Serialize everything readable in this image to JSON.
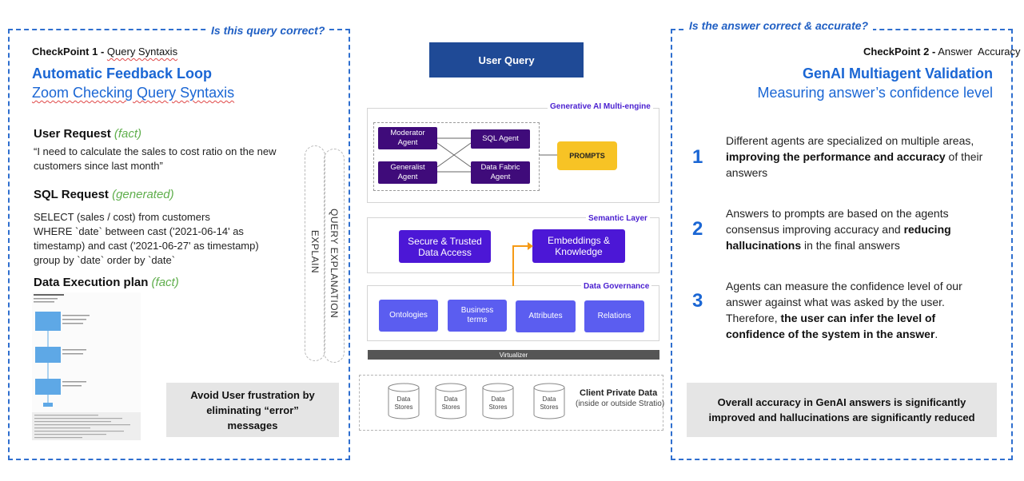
{
  "left": {
    "question": "Is this query correct?",
    "checkpoint_bold": "CheckPoint 1 -",
    "checkpoint_text": "Query Syntaxis",
    "heading": "Automatic Feedback Loop",
    "subheading": "Zoom Checking Query Syntaxis",
    "user_request_label": "User Request",
    "user_request_tag": "(fact)",
    "user_request_text": "“I need to calculate the sales to cost ratio on the new customers since last month”",
    "sql_label": "SQL Request",
    "sql_tag": "(generated)",
    "sql_lines": [
      "SELECT (sales / cost) from customers",
      "WHERE `date` between cast ('2021-06-14' as",
      "timestamp) and cast ('2021-06-27' as timestamp)",
      "group by `date` order by `date`"
    ],
    "exec_label": "Data Execution plan",
    "exec_tag": "(fact)",
    "explain": "EXPLAIN",
    "query_explanation": "QUERY EXPLANATION",
    "gray_box": "Avoid User frustration by eliminating “error” messages"
  },
  "center": {
    "user_query": "User Query",
    "gen_ai_title": "Generative AI Multi-engine",
    "agents": [
      "Moderator Agent",
      "SQL Agent",
      "Generalist Agent",
      "Data Fabric Agent"
    ],
    "prompts": "PROMPTS",
    "semantic_title": "Semantic Layer",
    "secure": "Secure & Trusted Data Access",
    "embeddings": "Embeddings & Knowledge",
    "governance_title": "Data Governance",
    "governance_items": [
      "Ontologies",
      "Business terms",
      "Attributes",
      "Relations"
    ],
    "virtualizer": "Virtualizer",
    "data_stores": [
      "Data Stores",
      "Data Stores",
      "Data Stores",
      "Data Stores"
    ],
    "client_title": "Client Private Data",
    "client_sub": "(inside or outside Stratio)"
  },
  "right": {
    "question": "Is the answer correct & accurate?",
    "checkpoint_bold": "CheckPoint 2 -",
    "checkpoint_text": "Answer  Accuracy",
    "heading": "GenAI Multiagent Validation",
    "subheading": "Measuring answer’s confidence level",
    "points": [
      {
        "num": "1",
        "pre": "Different agents are specialized on multiple areas, ",
        "bold": "improving the performance and accuracy",
        "post": " of their answers"
      },
      {
        "num": "2",
        "pre": "Answers to prompts are based on the agents consensus improving accuracy and ",
        "bold": "reducing hallucinations",
        "post": " in the final answers"
      },
      {
        "num": "3",
        "pre": "Agents can measure the confidence level of our answer against what was asked by the user. Therefore, ",
        "bold": "the user can infer the level of confidence of the system in the answer",
        "post": "."
      }
    ],
    "gray_box": "Overall accuracy in GenAI answers is significantly improved and hallucinations are significantly reduced"
  },
  "colors": {
    "accent_blue": "#1a66d4",
    "navy": "#1f4a96",
    "agent_purple": "#3f0b7a",
    "block_purple": "#4c17d6",
    "governance": "#5b5df0",
    "prompts_yellow": "#f7c325",
    "arrow_orange": "#f59a16",
    "fact_green": "#5fae4c"
  }
}
